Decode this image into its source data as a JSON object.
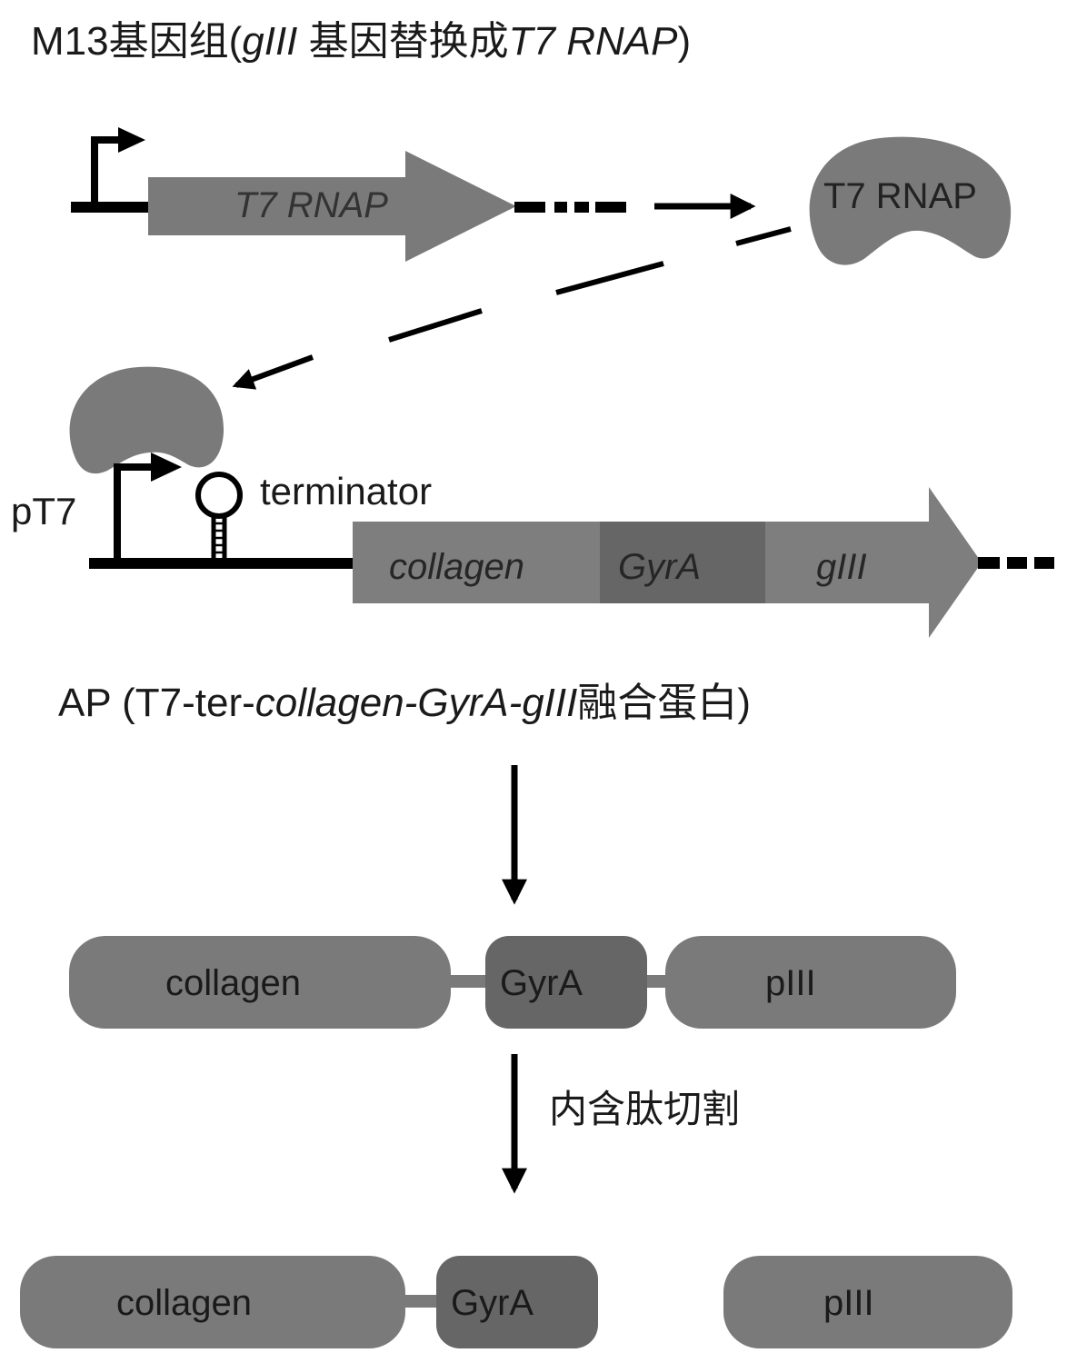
{
  "title_top": {
    "prefix": "M13基因组(",
    "gene": "gIII",
    "mid": " 基因替换成",
    "rnap": "T7 RNAP",
    "suffix": ")"
  },
  "top_gene_label": "T7 RNAP",
  "rnap_protein_label": "T7 RNAP",
  "promoter_label": "pT7",
  "terminator_label": "terminator",
  "fusion_gene": {
    "seg1": "collagen",
    "seg2": "GyrA",
    "seg3": "gIII"
  },
  "ap_title": {
    "prefix": "AP (T7-ter-",
    "genes": "collagen-GyrA-gIII",
    "suffix": "融合蛋白)"
  },
  "fused_protein": {
    "p1": "collagen",
    "p2": "GyrA",
    "p3": "pIII"
  },
  "cleavage_label": "内含肽切割",
  "cleaved_protein": {
    "p1": "collagen",
    "p2": "GyrA",
    "p3": "pIII"
  },
  "colors": {
    "gene_arrow": "#777777",
    "gyra_segment": "#6a6a6a",
    "protein": "#7a7a7a",
    "protein_dark": "#666666",
    "lines": "#000000"
  }
}
